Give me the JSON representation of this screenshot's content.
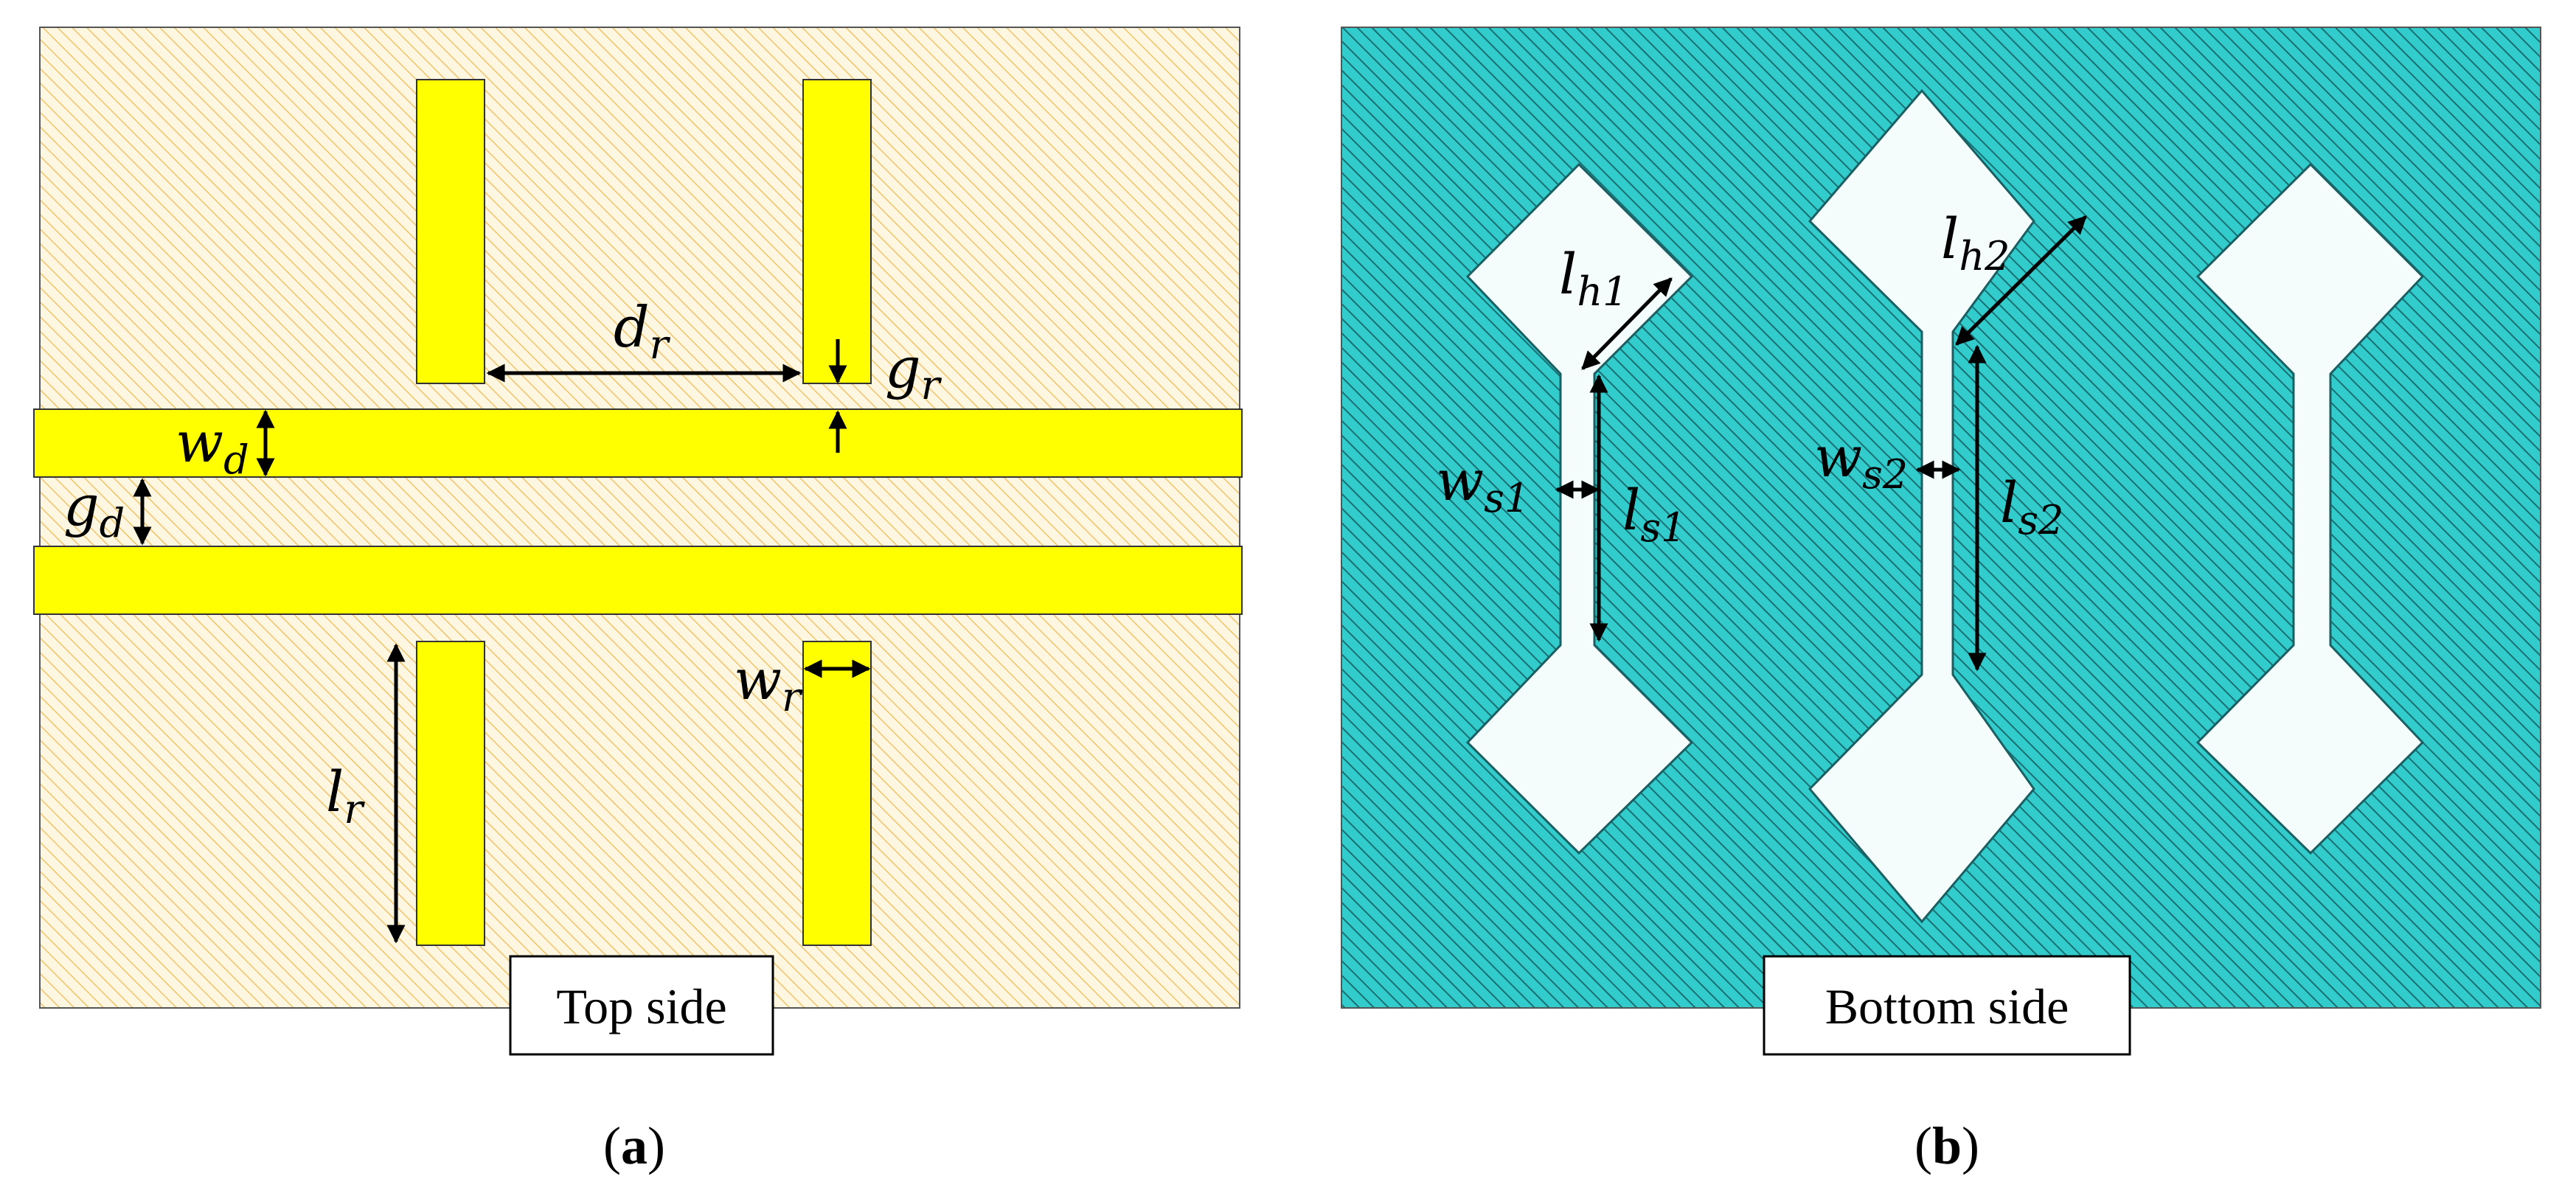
{
  "panel_a": {
    "box_label": "Top side",
    "caption_open": "(",
    "caption_letter": "a",
    "caption_close": ")",
    "substrate_color": "#fdf6e0",
    "hatch_color": "#f2c46a",
    "strip_color": "#ffff00",
    "labels": {
      "dr_main": "d",
      "dr_sub": "r",
      "gr_main": "g",
      "gr_sub": "r",
      "wd_main": "w",
      "wd_sub": "d",
      "gd_main": "g",
      "gd_sub": "d",
      "wr_main": "w",
      "wr_sub": "r",
      "lr_main": "l",
      "lr_sub": "r"
    }
  },
  "panel_b": {
    "box_label": "Bottom side",
    "caption_open": "(",
    "caption_letter": "b",
    "caption_close": ")",
    "ground_color": "#33cccc",
    "hatch_color": "#1a6f73",
    "slot_color": "#f4fcfc",
    "labels": {
      "lh1_main": "l",
      "lh1_sub": "h1",
      "lh2_main": "l",
      "lh2_sub": "h2",
      "ws1_main": "w",
      "ws1_sub": "s1",
      "ls1_main": "l",
      "ls1_sub": "s1",
      "ws2_main": "w",
      "ws2_sub": "s2",
      "ls2_main": "l",
      "ls2_sub": "s2"
    }
  }
}
